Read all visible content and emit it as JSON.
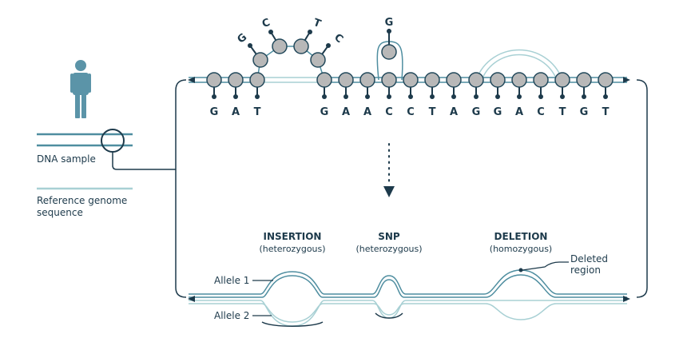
{
  "legend": {
    "dna_sample": "DNA sample",
    "reference_line1": "Reference genome",
    "reference_line2": "sequence"
  },
  "top_strand": {
    "bases": [
      "G",
      "A",
      "T",
      "G",
      "A",
      "A",
      "C",
      "C",
      "T",
      "A",
      "G",
      "G",
      "A",
      "C",
      "T",
      "G",
      "T"
    ],
    "insertion_bases": [
      "G",
      "C",
      "T",
      "C"
    ],
    "snp_base": "G"
  },
  "variants": {
    "insertion": {
      "title": "INSERTION",
      "zygosity": "(heterozygous)"
    },
    "snp": {
      "title": "SNP",
      "zygosity": "(heterozygous)"
    },
    "deletion": {
      "title": "DELETION",
      "zygosity": "(homozygous)"
    }
  },
  "alleles": {
    "allele1": "Allele 1",
    "allele2": "Allele 2"
  },
  "deleted_region": {
    "line1": "Deleted",
    "line2": "region"
  },
  "colors": {
    "dark": "#1d3a4b",
    "teal": "#4f8ea0",
    "light_teal": "#a8d0d4",
    "person": "#5b94a8",
    "node_fill": "#b8b8b8",
    "node_stroke": "#23495b"
  }
}
